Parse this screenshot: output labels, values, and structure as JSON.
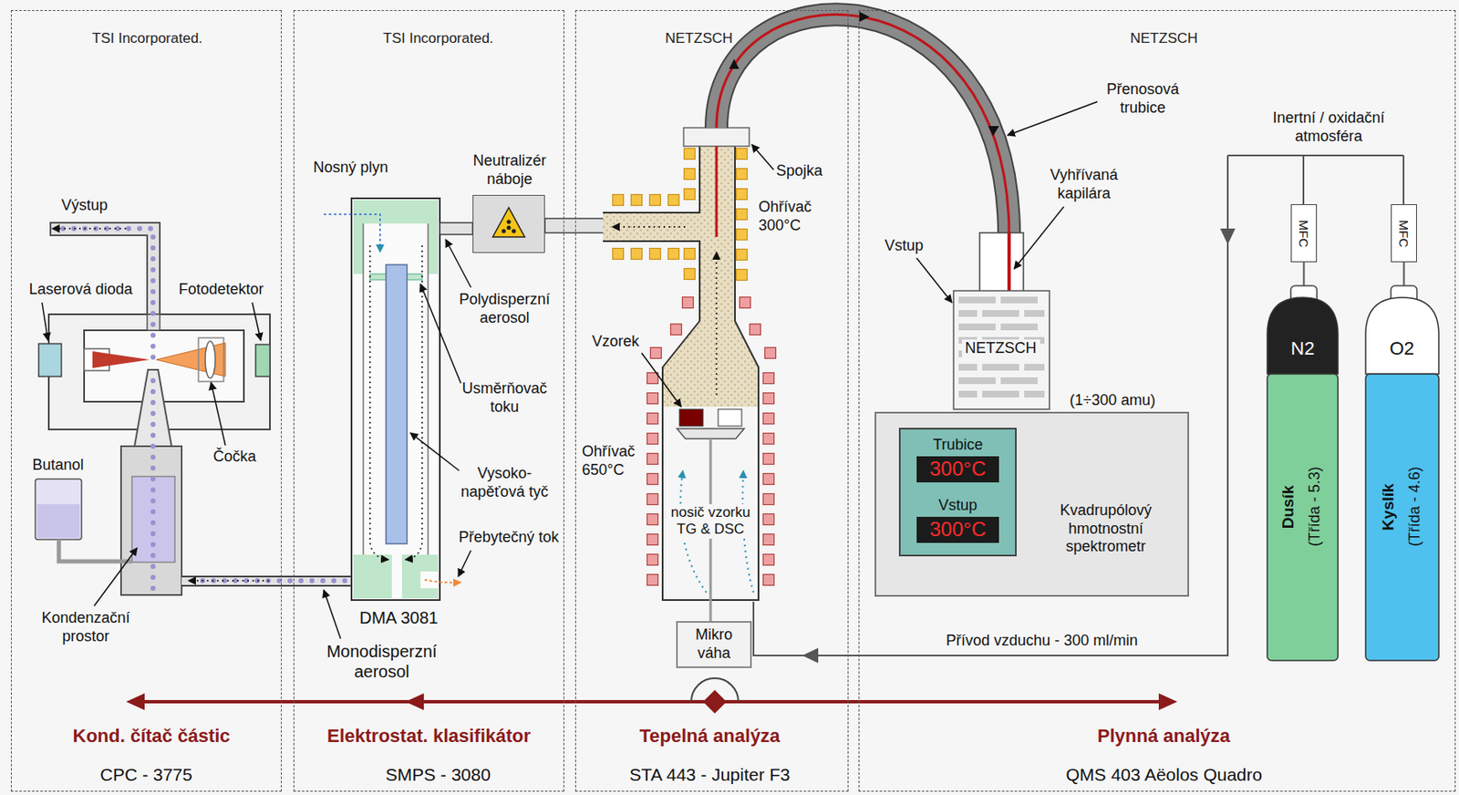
{
  "diagram": {
    "nodes": [
      {
        "text": [
          "TSI Incorporated.",
          "Kond. čítač částic",
          "CPC - 3775"
        ]
      },
      {
        "text": [
          "TSI Incorporated.",
          "Elektrostat. klasifikátor",
          "SMPS - 3080"
        ]
      },
      {
        "text": [
          "Neutralizér náboje"
        ],
        "in": 1
      },
      {
        "text": [
          "NETZSCH",
          "Tepelná analýza",
          "STA 443 - Jupiter F3"
        ]
      },
      {
        "text": [
          "Mikro váha"
        ],
        "in": 3
      },
      {
        "text": [
          "NETZSCH",
          "Plynná analýza",
          "QMS 403 Aëolos Quadro"
        ]
      },
      {
        "text": [
          "NETZSCH"
        ],
        "in": 5
      },
      {
        "text": [
          "Kvadrupólový hmotnostní spektrometr"
        ],
        "in": 5
      },
      {
        "text": [
          "Trubice",
          "300°C",
          "Vstup",
          "300°C"
        ],
        "in": 7
      },
      {
        "text": [
          "MFC"
        ],
        "in": 5
      },
      {
        "text": [
          "MFC"
        ],
        "in": 5
      },
      {
        "text": [
          "N2",
          "Dusík",
          "(Třída - 5.3)"
        ],
        "in": 5
      },
      {
        "text": [
          "O2",
          "Kyslík",
          "(Třída - 4.6)"
        ],
        "in": 5
      }
    ],
    "edges": [
      {
        "from": 9,
        "to": 11,
        "arrow": "none"
      },
      {
        "from": 10,
        "to": 12,
        "arrow": "none"
      }
    ],
    "labels": [
      "Výstup",
      "Laserová dioda",
      "Fotodetektor",
      "Čočka",
      "Butanol",
      "Kondenzační prostor",
      "Nosný plyn",
      "Polydisperzní aerosol",
      "Usměrňovač toku",
      "Vysoko- napěťová tyč",
      "Přebytečný tok",
      "DMA 3081",
      "Monodisperzní aerosol",
      "Spojka",
      "Ohřívač 300°C",
      "Vzorek",
      "Ohřívač 650°C",
      "nosič vzorku TG & DSC",
      "Přenosová trubice",
      "Vyhřívaná kapilára",
      "Vstup",
      "(1÷300 amu)",
      "Inertní / oxidační atmosféra",
      "Přívod vzduchu - 300 ml/min"
    ]
  }
}
